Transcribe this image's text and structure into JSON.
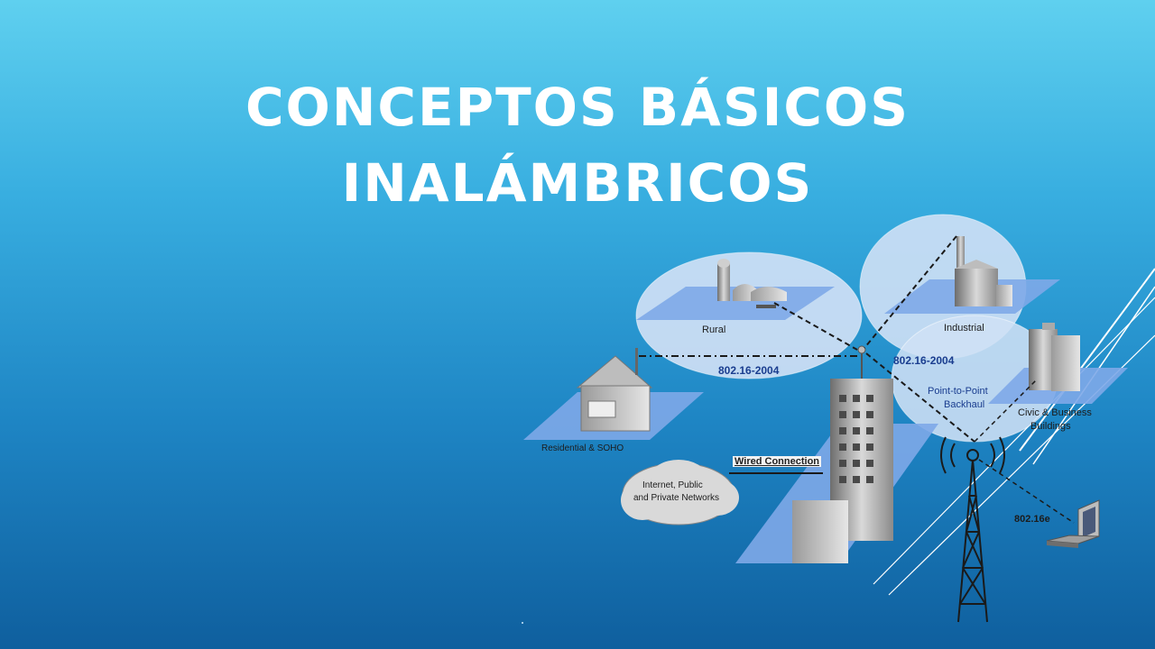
{
  "slide": {
    "title_line1": "CONCEPTOS BÁSICOS",
    "title_line2": "INALÁMBRICOS"
  },
  "diagram": {
    "labels": {
      "rural": "Rural",
      "industrial": "Industrial",
      "standard_left": "802.16-2004",
      "standard_right": "802.16-2004",
      "backhaul_line1": "Point-to-Point",
      "backhaul_line2": "Backhaul",
      "civic_line1": "Civic & Business",
      "civic_line2": "Buildings",
      "residential": "Residential & SOHO",
      "internet_line1": "Internet, Public",
      "internet_line2": "and Private Networks",
      "wired": "Wired Connection",
      "mobile": "802.16e"
    }
  },
  "colors": {
    "title": "#ffffff",
    "background_top": "#5fd0ef",
    "background_bottom": "#0f5f9e",
    "accent_lines": "#ffffff",
    "ellipse_fill": "#cfe0f5",
    "plane_fill": "#7ea8e8"
  }
}
